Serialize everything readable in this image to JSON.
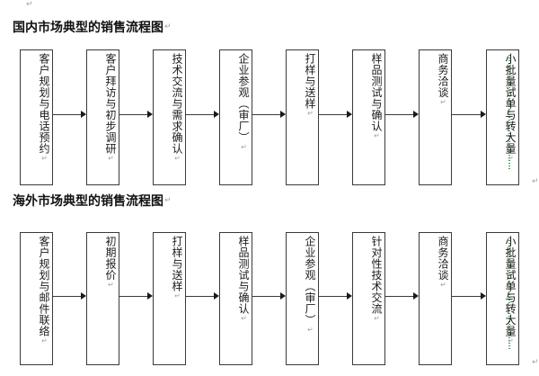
{
  "document": {
    "background_color": "#ffffff",
    "text_color": "#1a1a1a",
    "box_border_color": "#3a3a3a",
    "arrow_color": "#1a1a1a",
    "grammar_mark_color": "#33a14a",
    "paragraph_mark": "↵",
    "paragraph_mark_top": "↵"
  },
  "sections": [
    {
      "title": "国内市场典型的销售流程图",
      "title_mark": "↵",
      "nodes": [
        {
          "label": "客户规划与电话预约",
          "mark": "↵",
          "flagged": false
        },
        {
          "label": "客户拜访与初步调研",
          "mark": "↵",
          "flagged": false
        },
        {
          "label": "技术交流与需求确认",
          "mark": "↵",
          "flagged": false
        },
        {
          "label": "企业参观（审厂）",
          "mark": "↵",
          "flagged": false
        },
        {
          "label": "打样与送样",
          "mark": "↵",
          "flagged": false
        },
        {
          "label": "样品测试与确认",
          "mark": "↵",
          "flagged": false
        },
        {
          "label": "商务洽谈",
          "mark": "↵",
          "flagged": false
        },
        {
          "label": "小批量试单与转大量",
          "mark": "↵",
          "flagged": true
        }
      ]
    },
    {
      "title": "海外市场典型的销售流程图",
      "title_mark": "↵",
      "nodes": [
        {
          "label": "客户规划与邮件联络",
          "mark": "↵",
          "flagged": false
        },
        {
          "label": "初期报价",
          "mark": "↵",
          "flagged": false
        },
        {
          "label": "打样与送样",
          "mark": "↵",
          "flagged": false
        },
        {
          "label": "样品测试与确认",
          "mark": "↵",
          "flagged": false
        },
        {
          "label": "企业参观（审厂）",
          "mark": "↵",
          "flagged": false
        },
        {
          "label": "针对性技术交流",
          "mark": "↵",
          "flagged": false
        },
        {
          "label": "商务洽谈",
          "mark": "↵",
          "flagged": false
        },
        {
          "label": "小批量试单与转大量",
          "mark": "↵",
          "flagged": true
        }
      ]
    }
  ]
}
